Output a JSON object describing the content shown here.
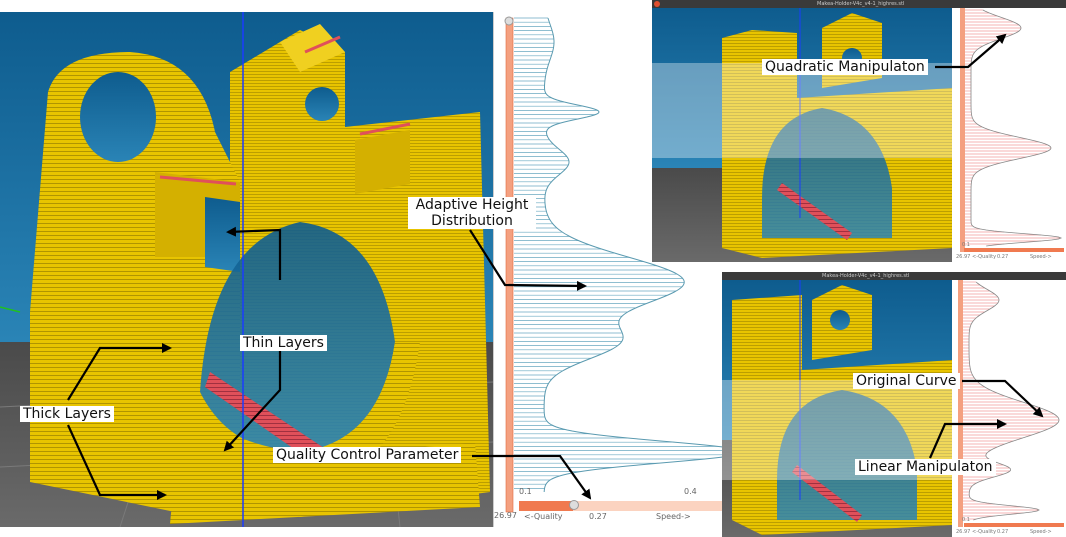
{
  "colors": {
    "sky": "#1a6a9c",
    "floor": "#5b5b5b",
    "part": "#e8c400",
    "part_dark": "#b89800",
    "accent_red": "#e0505a",
    "axis_blue": "#1a3cff",
    "curve_teal": "#4a9ab8",
    "slider_orange": "#f07a50",
    "inset_curve_red": "#e86060"
  },
  "annotations": {
    "thin_layers": "Thin Layers",
    "thick_layers": "Thick Layers",
    "adaptive_height": "Adaptive Height Distribution",
    "quality_control": "Quality Control Parameter",
    "quadratic": "Quadratic Manipulaton",
    "original_curve": "Original Curve",
    "linear": "Linear Manipulaton"
  },
  "layer_panel": {
    "height_value": "26.97",
    "range_min": "0.1",
    "range_max": "0.4",
    "quality_label": "<-Quality",
    "quality_value": "0.27",
    "speed_label": "Speed->",
    "slider_fraction": 0.27
  },
  "inset_top": {
    "title": "Makea-Holder-V4c_v4-1_highres.stl",
    "height_value": "26.97",
    "range_min": "0.1",
    "quality_label": "<-Quality",
    "quality_value": "0.27",
    "speed_label": "Speed->"
  },
  "inset_bottom": {
    "title": "Makea-Holder-V4c_v4-1_highres.stl",
    "height_value": "26.97",
    "range_min": "0.1",
    "quality_label": "<-Quality",
    "quality_value": "0.27",
    "speed_label": "Speed->"
  }
}
